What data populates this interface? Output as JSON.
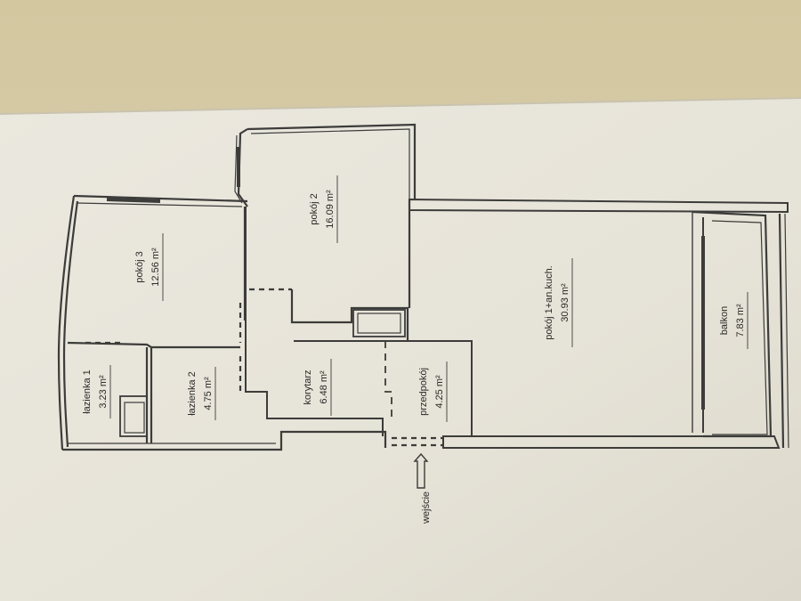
{
  "colors": {
    "background_top": "#d6cba6",
    "paper": "#e9e6dc",
    "wall": "#3c3c3a"
  },
  "rooms": [
    {
      "id": "pokoj-3",
      "name": "pokój 3",
      "area": "12.56 m²"
    },
    {
      "id": "pokoj-2",
      "name": "pokój 2",
      "area": "16.09 m²"
    },
    {
      "id": "pokoj-1",
      "name": "pokój 1+an.kuch.",
      "area": "30.93 m²"
    },
    {
      "id": "balkon",
      "name": "balkon",
      "area": "7.83 m²"
    },
    {
      "id": "lazienka-1",
      "name": "łazienka 1",
      "area": "3.23 m²"
    },
    {
      "id": "lazienka-2",
      "name": "łazienka 2",
      "area": "4.75 m²"
    },
    {
      "id": "korytarz",
      "name": "korytarz",
      "area": "6.48 m²"
    },
    {
      "id": "przedpokoj",
      "name": "przedpokój",
      "area": "4.25 m²"
    }
  ],
  "entrance": {
    "label": "wejście",
    "arrow_icon": "up-arrow-icon"
  }
}
